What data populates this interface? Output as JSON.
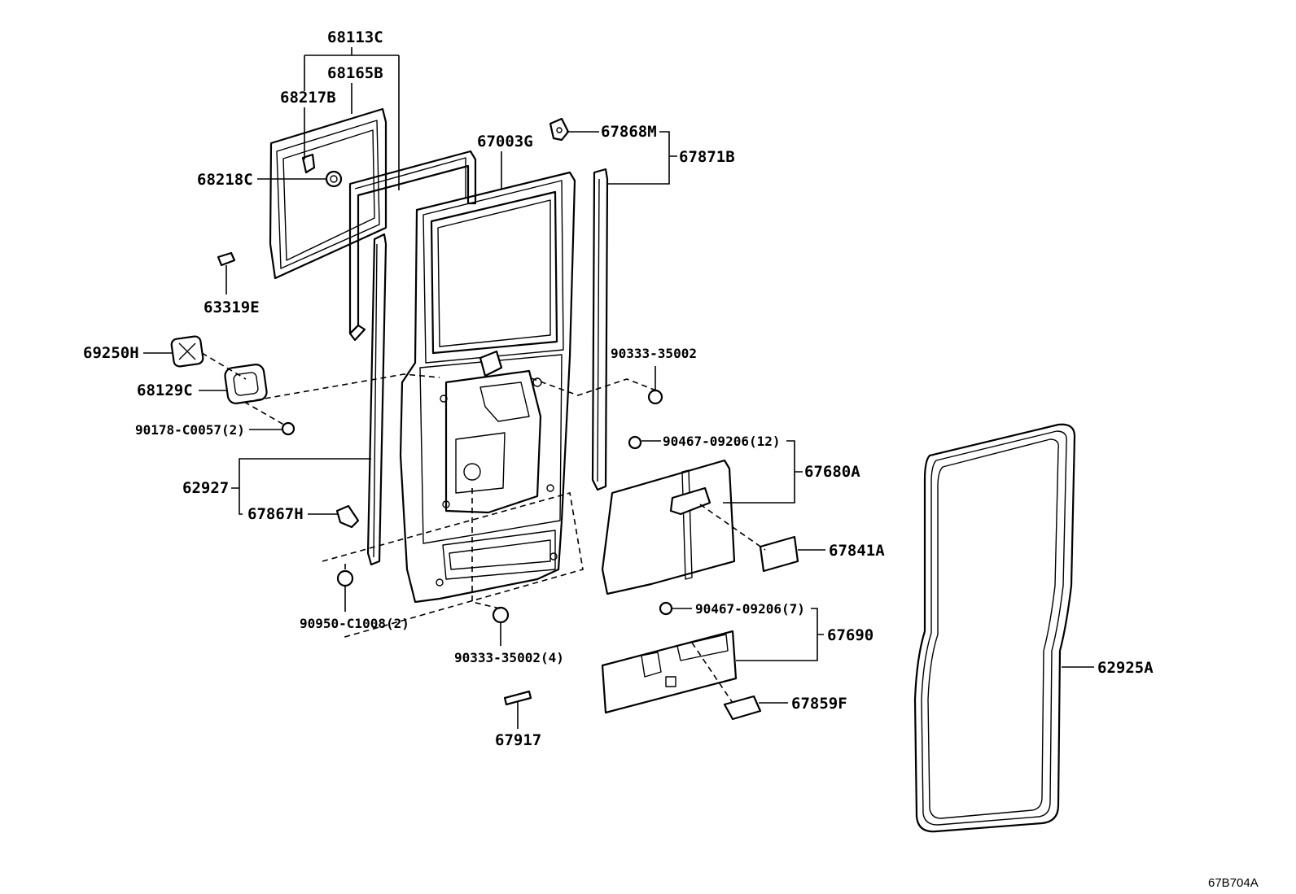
{
  "diagram": {
    "labels": {
      "p68113C": "68113C",
      "p68165B": "68165B",
      "p68217B": "68217B",
      "p68218C": "68218C",
      "p63319E": "63319E",
      "p67003G": "67003G",
      "p67868M": "67868M",
      "p67871B": "67871B",
      "p69250H": "69250H",
      "p68129C": "68129C",
      "p90178": "90178-C0057(2)",
      "p90333a": "90333-35002",
      "p90467a": "90467-09206(12)",
      "p67680A": "67680A",
      "p62927": "62927",
      "p67867H": "67867H",
      "p67841A": "67841A",
      "p90950": "90950-C1008(2)",
      "p90467b": "90467-09206(7)",
      "p67690": "67690",
      "p90333b": "90333-35002(4)",
      "p62925A": "62925A",
      "p67859F": "67859F",
      "p67917": "67917"
    },
    "figure_code": "67B704A"
  }
}
